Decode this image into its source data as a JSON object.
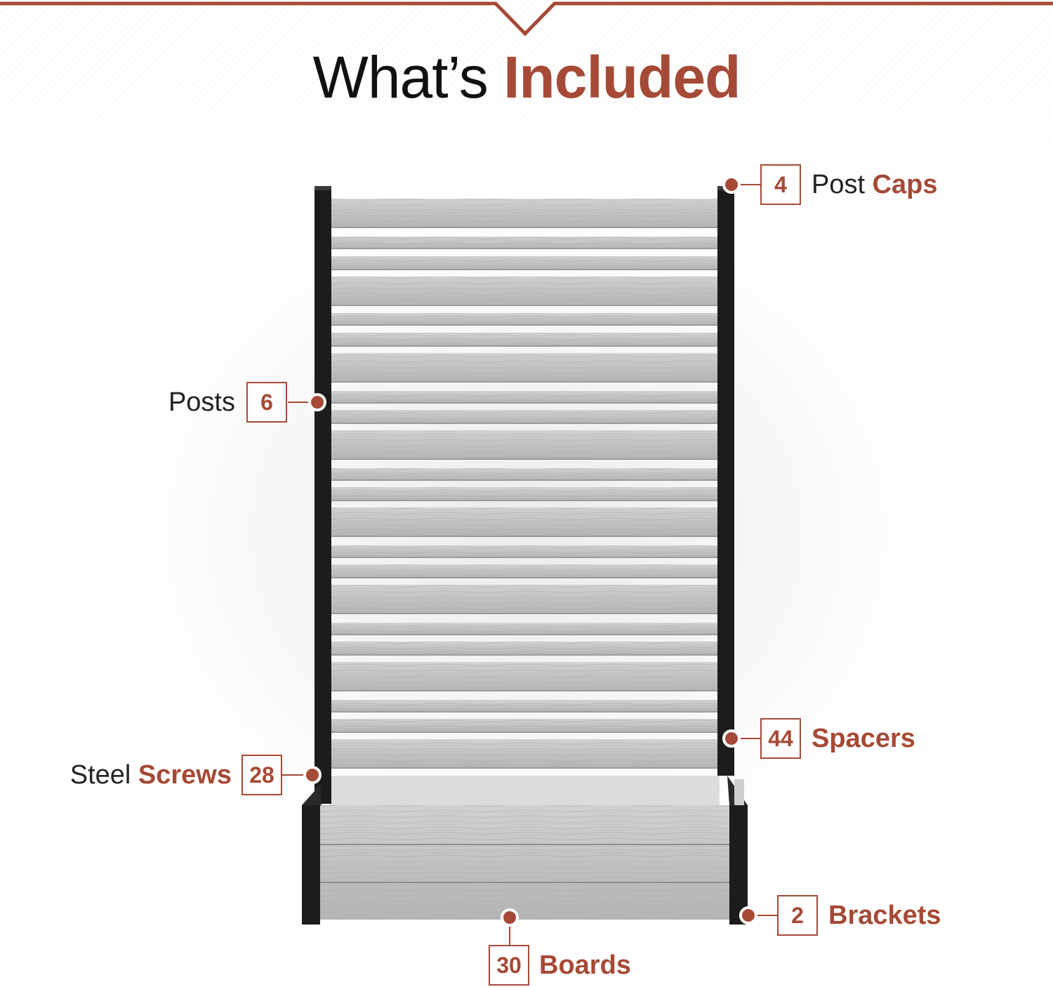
{
  "title": {
    "regular": "What’s",
    "bold": "Included"
  },
  "colors": {
    "accent": "#a54a36",
    "post": "#1c1c1c",
    "board": "#c6c6c6",
    "text": "#222222"
  },
  "items": {
    "post_caps": {
      "count": "4",
      "regular": "Post",
      "bold": "Caps"
    },
    "posts": {
      "count": "6",
      "regular": "Posts",
      "bold": ""
    },
    "spacers": {
      "count": "44",
      "regular": "",
      "bold": "Spacers"
    },
    "steel_screws": {
      "count": "28",
      "regular": "Steel",
      "bold": "Screws"
    },
    "brackets": {
      "count": "2",
      "regular": "",
      "bold": "Brackets"
    },
    "boards": {
      "count": "30",
      "regular": "",
      "bold": "Boards"
    }
  }
}
